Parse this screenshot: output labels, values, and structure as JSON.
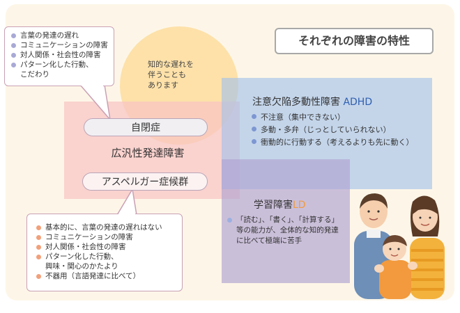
{
  "title": "それぞれの障害の特性",
  "autism_callout": {
    "items": [
      "言葉の発達の遅れ",
      "コミュニケーションの障害",
      "対人関係・社会性の障害",
      "パターン化した行動、\nこだわり"
    ]
  },
  "intellectual_note": "知的な遅れを\n伴うことも\nあります",
  "autism_label": "自閉症",
  "pdd_label": "広汎性発達障害",
  "asperger_label": "アスペルガー症候群",
  "asperger_callout": {
    "items": [
      "基本的に、言葉の発達の遅れはない",
      "コミュニケーションの障害",
      "対人関係・社会性の障害",
      "パターン化した行動、\n興味・関心のかたより",
      "不器用（言語発達に比べて）"
    ]
  },
  "adhd": {
    "heading": "注意欠陥多動性障害",
    "abbr": "ADHD",
    "items": [
      "不注意（集中できない）",
      "多動・多弁（じっとしていられない）",
      "衝動的に行動する（考えるよりも先に動く）"
    ]
  },
  "ld": {
    "heading": "学習障害",
    "abbr": "LD",
    "items": [
      "「読む」、「書く」、「計算する」\n等の能力が、全体的な知的発達\nに比べて極端に苦手"
    ]
  },
  "colors": {
    "circle": "#fddd9e",
    "pdd_region": "#f8c4c4",
    "adhd_region": "#a2c0eb",
    "ld_region": "#b0a2d2",
    "adhd_abbr": "#2f5fb0",
    "ld_abbr": "#f19a3e"
  }
}
